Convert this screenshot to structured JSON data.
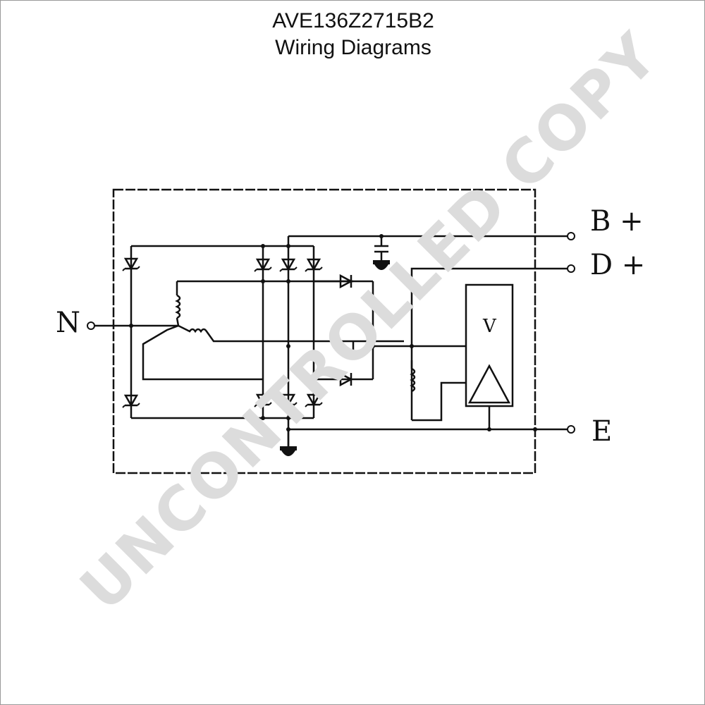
{
  "header": {
    "part_number": "AVE136Z2715B2",
    "subtitle": "Wiring Diagrams"
  },
  "terminals": {
    "b_plus": "B +",
    "d_plus": "D +",
    "n": "N",
    "e": "E"
  },
  "regulator": {
    "label": "V"
  },
  "watermark": "UNCONTROLLED COPY",
  "colors": {
    "line": "#111111",
    "watermark": "#dcdcdc"
  }
}
